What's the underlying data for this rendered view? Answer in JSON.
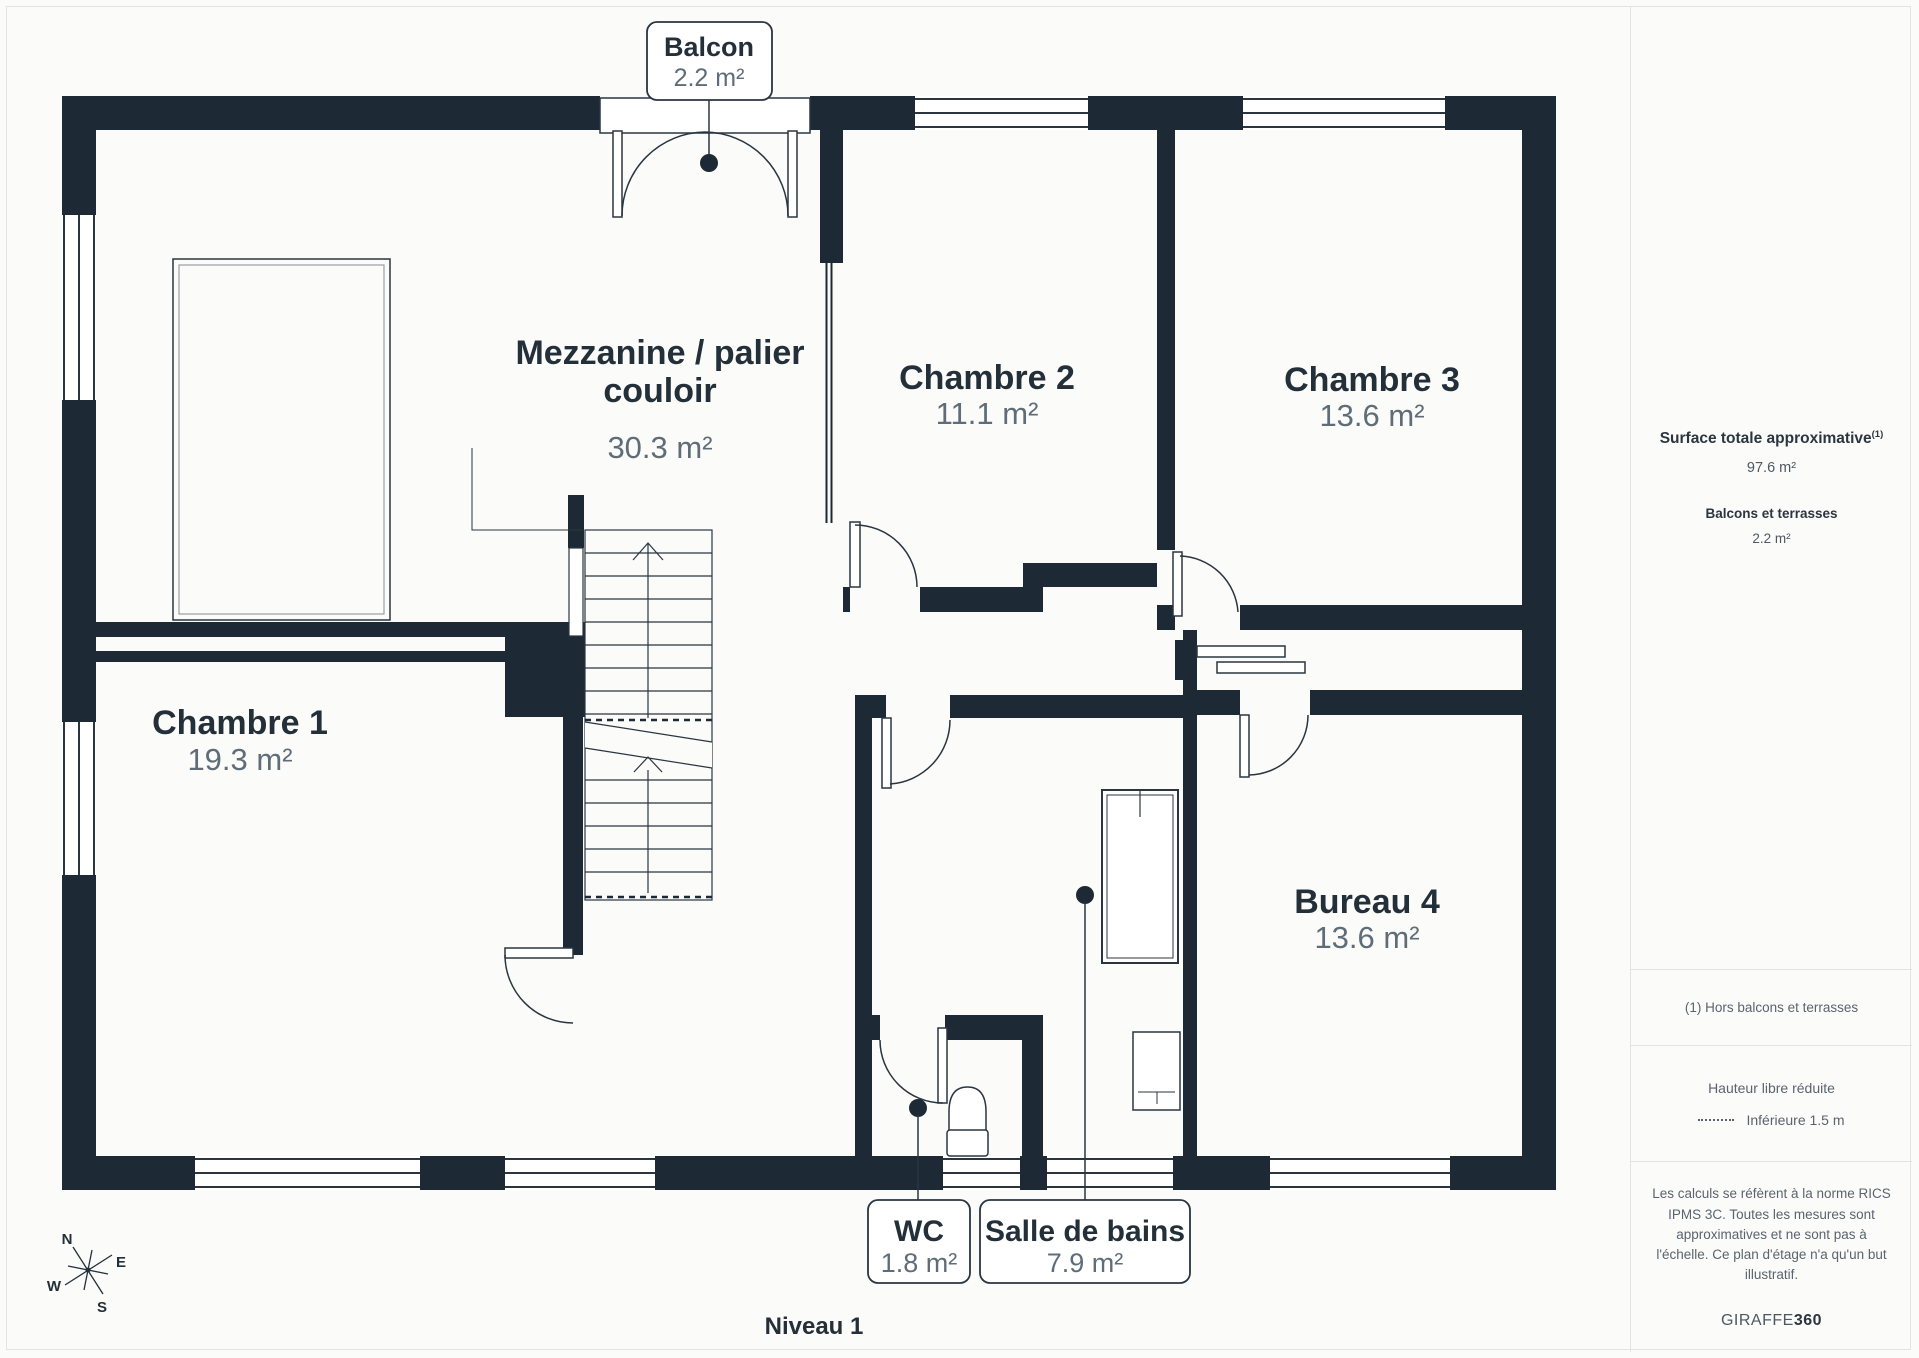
{
  "colors": {
    "wall": "#1d2a35",
    "line": "#2a3540",
    "text_dark": "#243039",
    "text_gray": "#5f6d79",
    "divider": "#e3e3e2",
    "background": "#fbfbf9",
    "sidebar_gray": "#5a646e"
  },
  "plan": {
    "level": "Niveau 1",
    "rooms": {
      "mezzanine": {
        "name_line1": "Mezzanine / palier",
        "name_line2": "couloir",
        "area": "30.3 m²"
      },
      "chambre1": {
        "name": "Chambre 1",
        "area": "19.3 m²"
      },
      "chambre2": {
        "name": "Chambre 2",
        "area": "11.1 m²"
      },
      "chambre3": {
        "name": "Chambre 3",
        "area": "13.6 m²"
      },
      "bureau4": {
        "name": "Bureau 4",
        "area": "13.6 m²"
      }
    },
    "callouts": {
      "balcon": {
        "name": "Balcon",
        "area": "2.2 m²"
      },
      "wc": {
        "name": "WC",
        "area": "1.8 m²"
      },
      "salle_de_bains": {
        "name": "Salle de bains",
        "area": "7.9 m²"
      }
    },
    "compass": {
      "n": "N",
      "e": "E",
      "s": "S",
      "w": "W"
    }
  },
  "sidebar": {
    "surface_title": "Surface totale approximative",
    "surface_sup": "(1)",
    "surface_value": "97.6 m²",
    "balconies_title": "Balcons et terrasses",
    "balconies_value": "2.2 m²",
    "footnote": "(1) Hors balcons et terrasses",
    "reduced_height_title": "Hauteur libre réduite",
    "reduced_height_value": "Inférieure 1.5 m",
    "disclaimer": "Les calculs se réfèrent à la norme RICS IPMS 3C. Toutes les mesures sont approximatives et ne sont pas à l'échelle. Ce plan d'étage n'a qu'un but illustratif.",
    "brand_regular": "GIRAFFE",
    "brand_bold": "360"
  }
}
